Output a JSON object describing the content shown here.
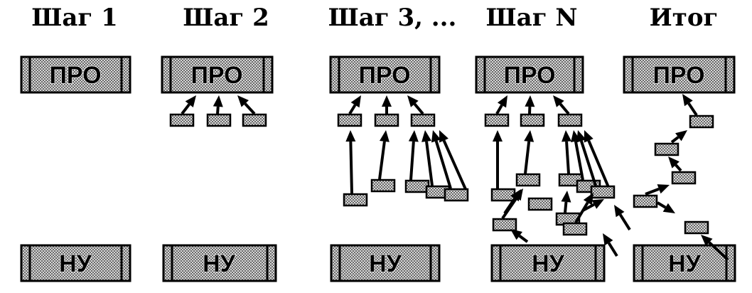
{
  "steps": [
    {
      "title": "Шаг 1",
      "top_label": "ПРО",
      "bottom_label": "НУ"
    },
    {
      "title": "Шаг 2",
      "top_label": "ПРО",
      "bottom_label": "НУ"
    },
    {
      "title": "Шаг 3, ...",
      "top_label": "ПРО",
      "bottom_label": "НУ"
    },
    {
      "title": "Шаг N",
      "top_label": "ПРО",
      "bottom_label": "НУ"
    },
    {
      "title": "Итог",
      "top_label": "ПРО",
      "bottom_label": "НУ"
    }
  ],
  "colors": {
    "ink": "#000000",
    "hatch_dark": "#6a6a6a",
    "hatch_light": "#d8d8d8",
    "background": "#ffffff"
  }
}
